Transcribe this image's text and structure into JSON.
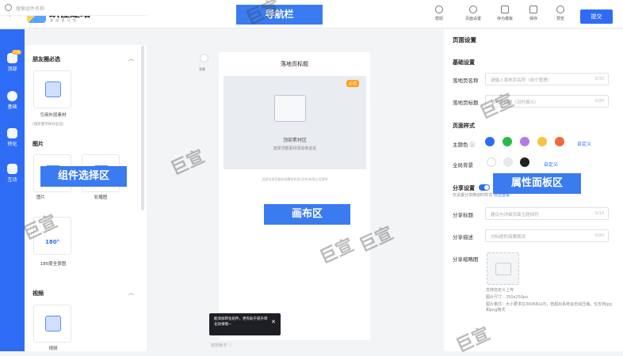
{
  "topbar": {
    "brand": "跃径建站",
    "brand_sub": "基 础 建 站 版",
    "nav_tag": "导航栏",
    "tools": [
      "帮助",
      "页面设置",
      "存为模板",
      "保存",
      "预览"
    ],
    "submit": "提交"
  },
  "rail": [
    {
      "label": "顶部",
      "badge": "必选"
    },
    {
      "label": "基础"
    },
    {
      "label": "转化"
    },
    {
      "label": "互动"
    }
  ],
  "components": {
    "search_placeholder": "搜索组件名称",
    "sections": [
      {
        "title": "朋友圈必选",
        "items": [
          {
            "label": "引用外层素材",
            "note": "(朋友圈带样式必选)"
          }
        ]
      },
      {
        "title": "图片",
        "items": [
          {
            "label": "图片"
          },
          {
            "label": "轮播图"
          },
          {
            "label": "180度全景图",
            "icon_text": "180°"
          }
        ]
      },
      {
        "title": "视频",
        "items": [
          {
            "label": "视频"
          }
        ]
      }
    ],
    "zone_tag": "组件选择区"
  },
  "canvas": {
    "page_label": "背景",
    "phone_title": "落地页标题",
    "hero_badge": "必选",
    "hero_line1": "顶部素材区",
    "hero_line2": "选择顶部素材添加到此处",
    "footer_note": "页面信息及服务由腾讯科技(北京)有限公司提供",
    "zone_tag": "画布区",
    "tip_text": "能添加转化组件，更有助于提升转化效果哦~",
    "tip_close": "✕",
    "under_tip": "底部悬浮 ⓘ"
  },
  "props": {
    "title": "页面设置",
    "basic": "基础设置",
    "name_label": "落地页名称",
    "name_ph": "请输入落地页名称（用于管理）",
    "name_cnt": "0/30",
    "title_label": "落地页标题",
    "title_ph": "落地页标题（对外展示）",
    "title_cnt": "0/20",
    "style": "页面样式",
    "theme_label": "主题色 ⓘ",
    "custom": "自定义",
    "bg_label": "全局背景",
    "share_title_h": "分享设置",
    "share_hint": "仅设置分享微信时样式",
    "share_hint_link": "点击查看",
    "share_t_label": "分享标题",
    "share_t_ph": "建议与详细页面主题相符",
    "share_t_cnt": "0/14",
    "share_d_label": "分享描述",
    "share_d_ph": "对标题的简要解读",
    "share_d_cnt": "0/20",
    "share_img_label": "分享缩略图",
    "img_notes": [
      "支持自定义上传",
      "图片尺寸：250x250px",
      "图片格式：大小要求在300KB以内，若超出系统会自动压缩，仅支持jpg和png格式"
    ],
    "zone_tag": "属性面板区",
    "theme_colors": [
      "#2f6cf6",
      "#2db84c",
      "#b07ee0",
      "#f7c342",
      "#f2683d"
    ],
    "bg_colors": [
      "#ffffff",
      "#e8e8e8",
      "#222222"
    ]
  },
  "watermark": "巨宣"
}
